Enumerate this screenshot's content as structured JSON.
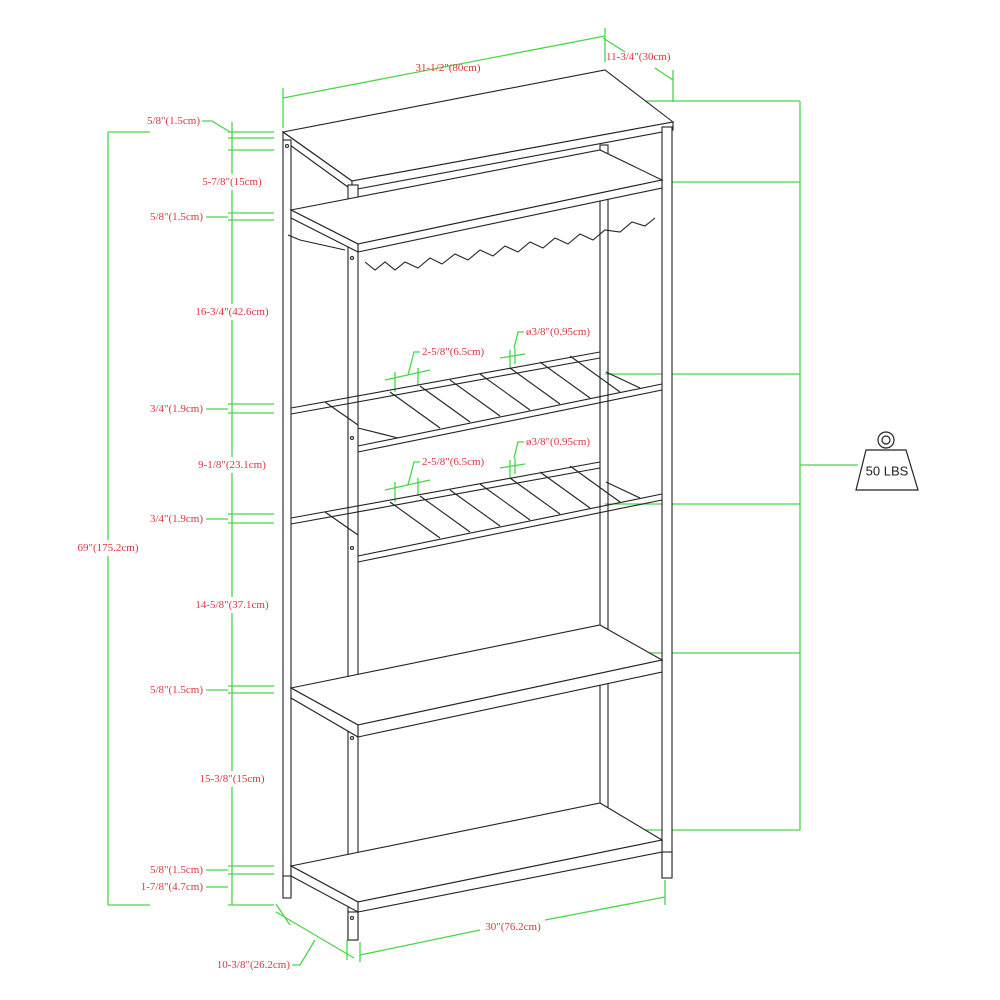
{
  "diagram": {
    "title": "Bookcase / wine rack dimension drawing",
    "colors": {
      "dimension_line": "#49d64a",
      "dimension_text": "#d9363e",
      "outline": "#222222",
      "background": "#ffffff"
    },
    "overall": {
      "width": "31-1/2\"(80cm)",
      "depth": "11-3/4\"(30cm)",
      "height": "69\"(175.2cm)",
      "inner_width": "30\"(76.2cm)",
      "inner_depth": "10-3/8\"(26.2cm)"
    },
    "vertical_stack": [
      {
        "id": "top-thickness",
        "label": "5/8\"(1.5cm)"
      },
      {
        "id": "gap-1",
        "label": "5-7/8\"(15cm)"
      },
      {
        "id": "shelf-2-thickness",
        "label": "5/8\"(1.5cm)"
      },
      {
        "id": "gap-2",
        "label": "16-3/4\"(42.6cm)"
      },
      {
        "id": "rack-1-thickness",
        "label": "3/4\"(1.9cm)"
      },
      {
        "id": "gap-3",
        "label": "9-1/8\"(23.1cm)"
      },
      {
        "id": "rack-2-thickness",
        "label": "3/4\"(1.9cm)"
      },
      {
        "id": "gap-4",
        "label": "14-5/8\"(37.1cm)"
      },
      {
        "id": "shelf-5-thickness",
        "label": "5/8\"(1.5cm)"
      },
      {
        "id": "gap-5",
        "label": "15-3/8\"(15cm)"
      },
      {
        "id": "bottom-thickness",
        "label": "5/8\"(1.5cm)"
      },
      {
        "id": "leg-clearance",
        "label": "1-7/8\"(4.7cm)"
      }
    ],
    "wine_racks": [
      {
        "spacing": "2-5/8\"(6.5cm)",
        "rod_diameter": "ø3/8\"(0.95cm)"
      },
      {
        "spacing": "2-5/8\"(6.5cm)",
        "rod_diameter": "ø3/8\"(0.95cm)"
      }
    ],
    "weight_capacity": {
      "label": "50 LBS",
      "icon": "weight-icon"
    }
  }
}
